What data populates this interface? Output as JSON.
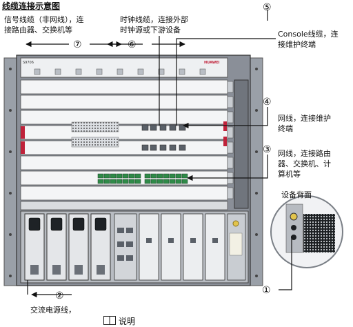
{
  "diagram": {
    "title": "线缆连接示意图",
    "callouts": [
      {
        "num": "⑦",
        "lines": [
          "信号线缆（非网线），连",
          "接路由器、交换机等"
        ]
      },
      {
        "num": "⑥",
        "lines": [
          "时钟线缆，连接外部",
          "时钟源或下游设备"
        ]
      },
      {
        "num": "⑤",
        "lines": [
          "Console线缆，连",
          "接维护终端"
        ]
      },
      {
        "num": "④",
        "lines": [
          "网线，连接维护",
          "终端"
        ]
      },
      {
        "num": "③",
        "lines": [
          "网线，连接路由",
          "器、交换机、计",
          "算机等"
        ]
      },
      {
        "num": "②",
        "lines": [
          "交流电源线，"
        ]
      },
      {
        "num": "①",
        "lines": []
      }
    ],
    "back_label": "设备背面",
    "note": "说明",
    "brand": "HUAWEI",
    "model": "S9706"
  },
  "colors": {
    "chassis": "#8a8f98",
    "slot": "#f4f5f6",
    "accent_red": "#c0223a",
    "port_green": "#2f8a48",
    "port_grey": "#5a6068",
    "arrow": "#111111"
  }
}
